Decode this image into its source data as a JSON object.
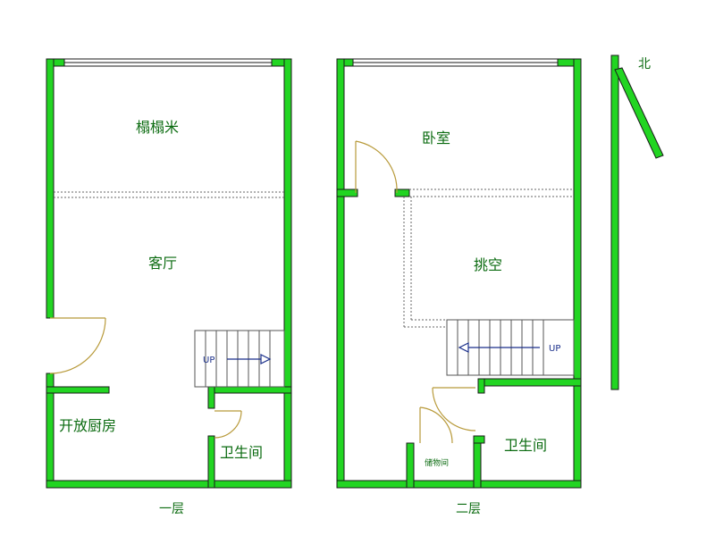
{
  "plan": {
    "floor1": {
      "caption": "一层",
      "rooms": {
        "tatami": "榻榻米",
        "living": "客厅",
        "kitchen": "开放厨房",
        "bathroom": "卫生间"
      },
      "stair_label": "UP"
    },
    "floor2": {
      "caption": "二层",
      "rooms": {
        "bedroom": "卧室",
        "void": "挑空",
        "bathroom": "卫生间",
        "storage": "储物间"
      },
      "stair_label": "UP"
    },
    "compass": {
      "north_label": "北"
    }
  },
  "colors": {
    "wall": "#22d522",
    "wall_outline": "#1a1a1a",
    "door": "#b89a3a",
    "stair_line": "#1a2f8a",
    "dashed": "#666666"
  }
}
